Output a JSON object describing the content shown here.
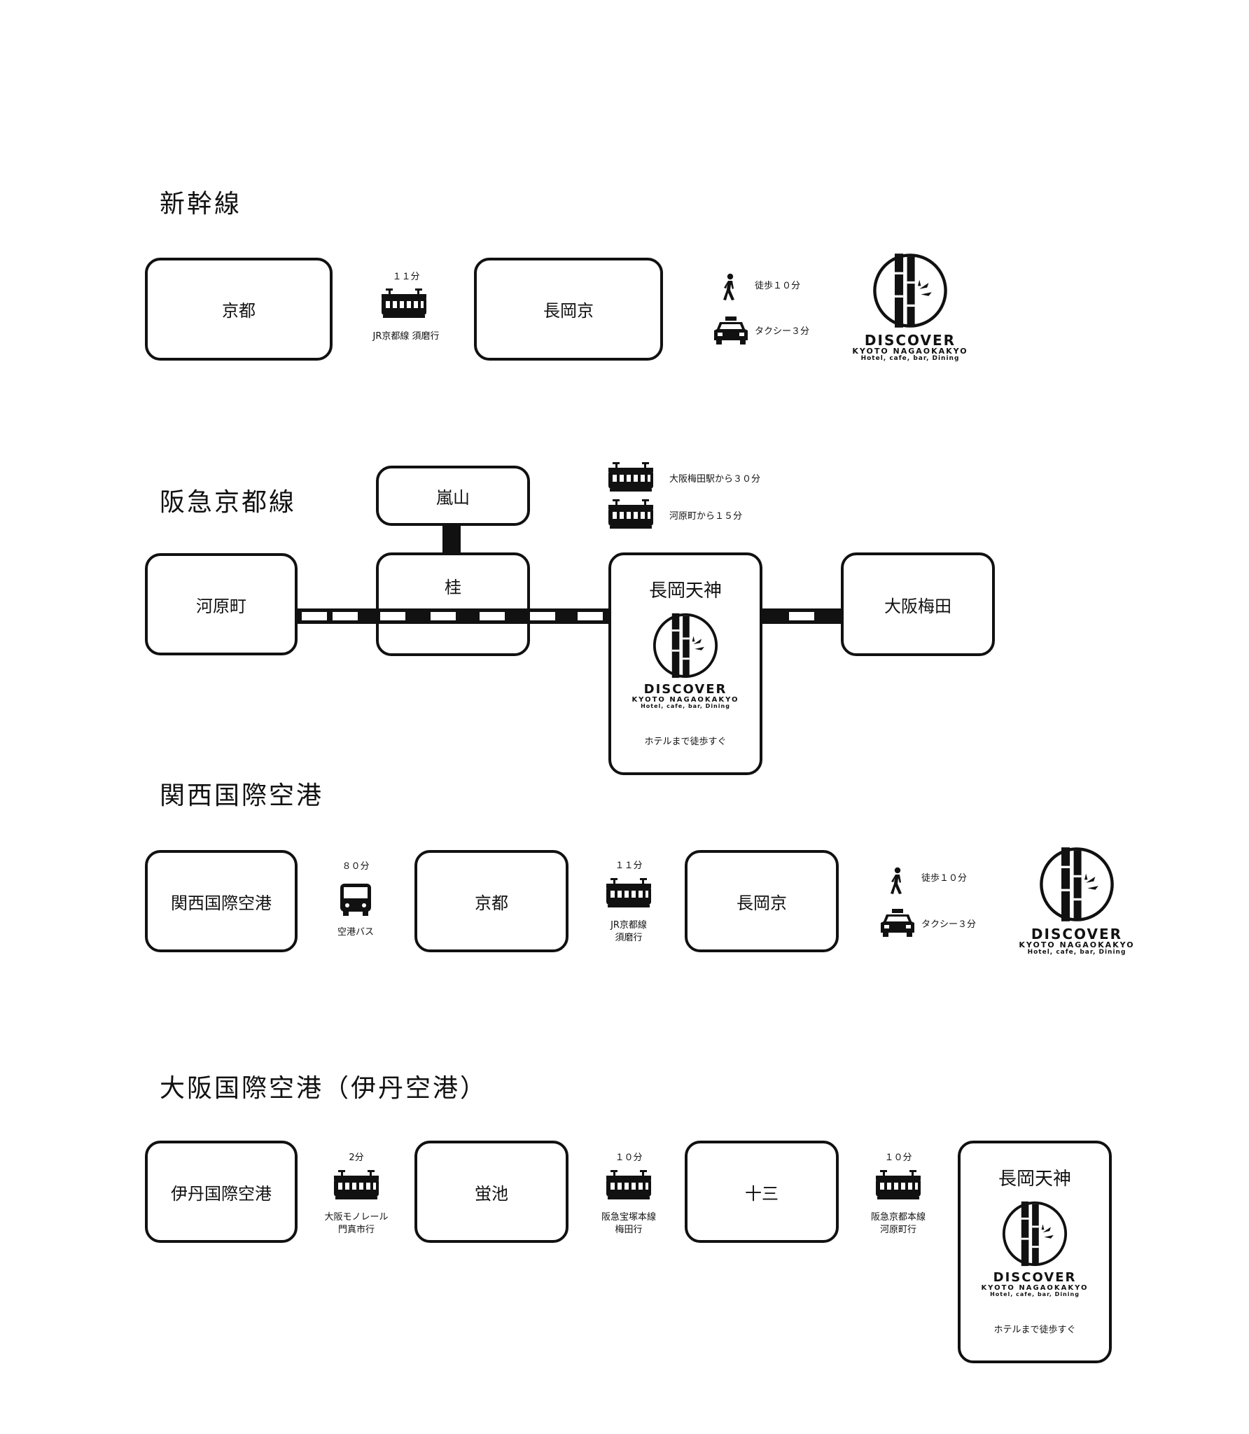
{
  "sections": {
    "shinkansen": {
      "title": "新幹線",
      "station_kyoto": "京都",
      "station_nagaokakyo": "長岡京",
      "train_time": "１１分",
      "train_line": "JR京都線 須磨行",
      "walk": "徒歩１０分",
      "taxi": "タクシー３分"
    },
    "hankyu": {
      "title": "阪急京都線",
      "arashiyama": "嵐山",
      "katsura": "桂",
      "kawaramachi": "河原町",
      "nagaoka_tenjin": "長岡天神",
      "osaka_umeda": "大阪梅田",
      "from_umeda": "大阪梅田駅から３０分",
      "from_kawaramachi": "河原町から１５分",
      "hotel_walk": "ホテルまで徒歩すぐ"
    },
    "kansai": {
      "title": "関西国際空港",
      "station_kansai": "関西国際空港",
      "bus_time": "８０分",
      "bus_label": "空港バス",
      "station_kyoto": "京都",
      "train_time": "１１分",
      "train_line_1": "JR京都線",
      "train_line_2": "須磨行",
      "station_nagaokakyo": "長岡京",
      "walk": "徒歩１０分",
      "taxi": "タクシー３分"
    },
    "itami": {
      "title": "大阪国際空港（伊丹空港）",
      "station_itami": "伊丹国際空港",
      "mono_time": "2分",
      "mono_line_1": "大阪モノレール",
      "mono_line_2": "門真市行",
      "station_hotarugaike": "蛍池",
      "takarazuka_time": "１０分",
      "takarazuka_line_1": "阪急宝塚本線",
      "takarazuka_line_2": "梅田行",
      "station_juso": "十三",
      "kyoto_time": "１０分",
      "kyoto_line_1": "阪急京都本線",
      "kyoto_line_2": "河原町行",
      "nagaoka_tenjin": "長岡天神",
      "hotel_walk": "ホテルまで徒歩すぐ"
    }
  },
  "logo": {
    "name": "DISCOVER",
    "sub": "KYOTO NAGAOKAKYO",
    "tagline": "Hotel, cafe, bar, Dining"
  },
  "icons": [
    "train-icon",
    "walk-icon",
    "taxi-icon",
    "bus-icon",
    "bamboo-logo-icon"
  ],
  "colors": {
    "ink": "#111111",
    "background": "#ffffff"
  }
}
